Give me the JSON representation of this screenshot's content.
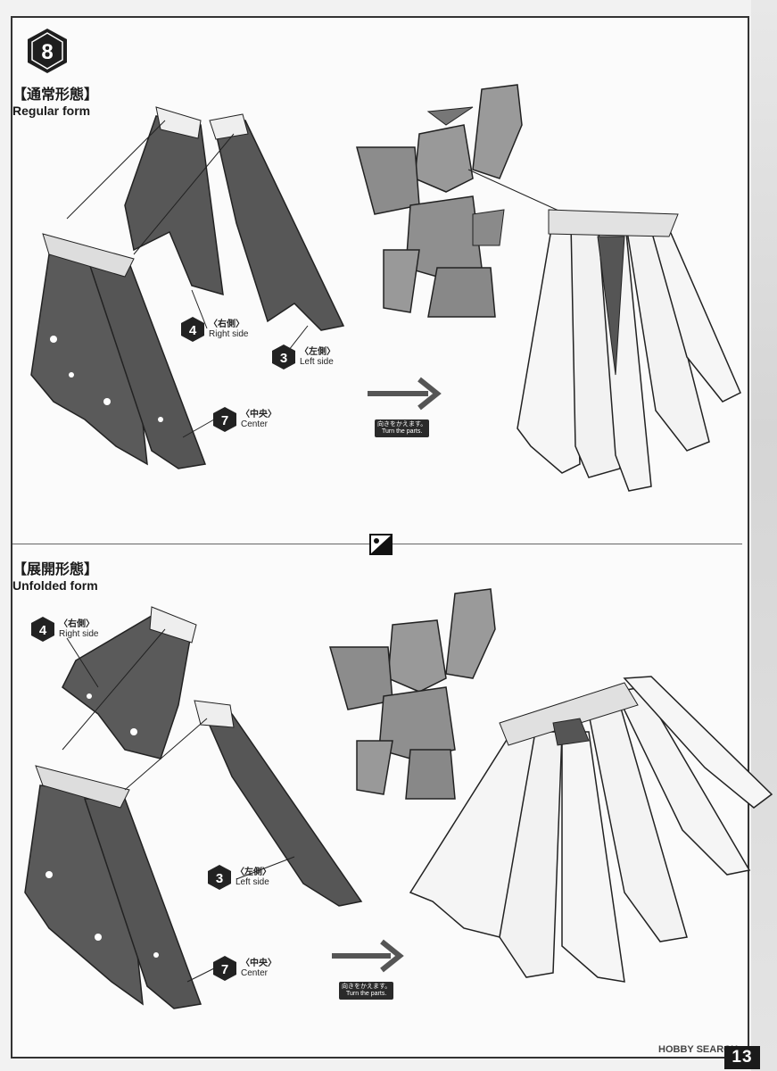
{
  "step": {
    "number": "8"
  },
  "regular": {
    "title_jp": "【通常形態】",
    "title_en": "Regular form",
    "labels": {
      "right": {
        "num": "4",
        "jp": "〈右側〉",
        "en": "Right side"
      },
      "left": {
        "num": "3",
        "jp": "〈左側〉",
        "en": "Left side"
      },
      "center": {
        "num": "7",
        "jp": "〈中央〉",
        "en": "Center"
      }
    },
    "turn_jp": "向きをかえます。",
    "turn_en": "Turn the parts."
  },
  "unfolded": {
    "title_jp": "【展開形態】",
    "title_en": "Unfolded form",
    "labels": {
      "right": {
        "num": "4",
        "jp": "〈右側〉",
        "en": "Right side"
      },
      "left": {
        "num": "3",
        "jp": "〈左側〉",
        "en": "Left side"
      },
      "center": {
        "num": "7",
        "jp": "〈中央〉",
        "en": "Center"
      }
    },
    "turn_jp": "向きをかえます。",
    "turn_en": "Turn the parts."
  },
  "page_number": "13",
  "watermark": "HOBBY SEARCH",
  "colors": {
    "dark_part": "#555555",
    "light_part": "#f4f4f4",
    "line": "#222222"
  },
  "icons": [
    "hexagon-step-icon",
    "arrow-right-icon",
    "alternate-form-icon"
  ]
}
